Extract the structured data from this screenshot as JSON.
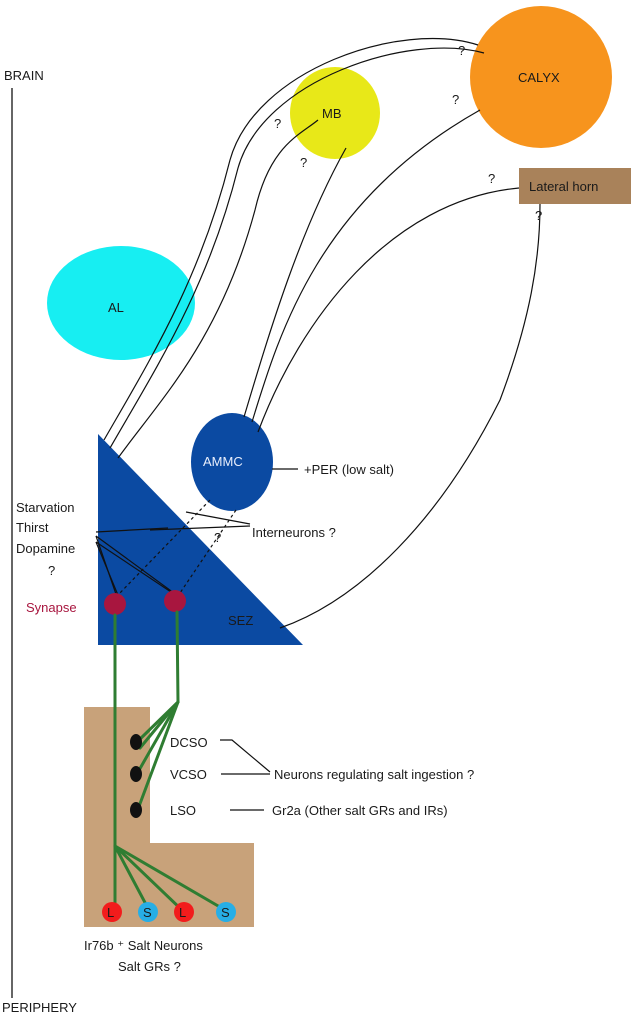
{
  "axis": {
    "top_label": "BRAIN",
    "bottom_label": "PERIPHERY"
  },
  "regions": {
    "calyx": "CALYX",
    "mb": "MB",
    "lateral_horn": "Lateral horn",
    "al": "AL",
    "ammc": "AMMC",
    "sez": "SEZ"
  },
  "labels": {
    "per": "+PER (low salt)",
    "interneurons": "Interneurons ?",
    "starvation": "Starvation",
    "thirst": "Thirst",
    "dopamine": "Dopamine",
    "modulators_q": "?",
    "synapse": "Synapse",
    "dcso": "DCSO",
    "vcso": "VCSO",
    "lso": "LSO",
    "neurons_regulating": "Neurons regulating salt ingestion ?",
    "gr2a": "Gr2a (Other salt GRs and IRs)",
    "ir76b": "Ir76b ⁺ Salt Neurons",
    "salt_grs": "Salt GRs ?"
  },
  "unknown_mark": "?",
  "neurons": [
    "L",
    "S",
    "L",
    "S"
  ],
  "colors": {
    "calyx": "#f7941d",
    "mb": "#e8e818",
    "lateral_horn": "#a9825a",
    "al": "#17eef2",
    "ammc": "#0b4aa2",
    "sez": "#0b4aa2",
    "synapse": "#a8163f",
    "tissue": "#c8a27a",
    "green": "#2f7d32",
    "neuron_l": "#f21c1c",
    "neuron_s": "#27aee6"
  }
}
